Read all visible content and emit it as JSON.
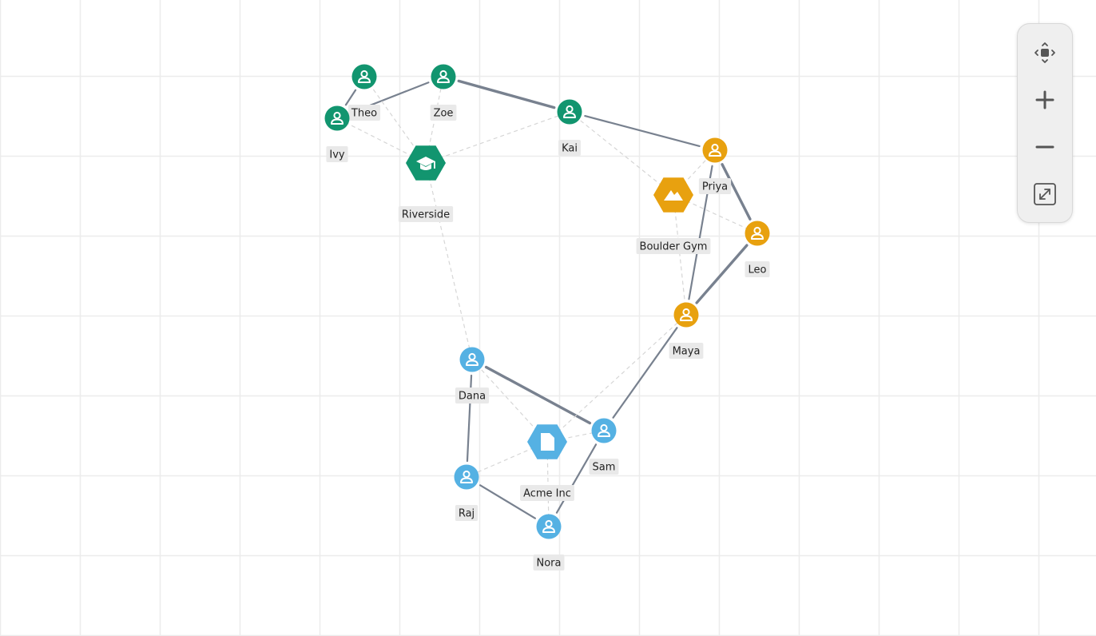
{
  "colors": {
    "school": "#12956f",
    "gym": "#e8a10f",
    "company": "#55b1e3",
    "edge": "#78818f",
    "dashed": "#d6d6d6",
    "grid": "#ececec"
  },
  "nodes": [
    {
      "id": "theo",
      "label": "Theo",
      "kind": "person",
      "group": "school"
    },
    {
      "id": "zoe",
      "label": "Zoe",
      "kind": "person",
      "group": "school"
    },
    {
      "id": "ivy",
      "label": "Ivy",
      "kind": "person",
      "group": "school"
    },
    {
      "id": "kai",
      "label": "Kai",
      "kind": "person",
      "group": "school"
    },
    {
      "id": "riverside",
      "label": "Riverside",
      "kind": "org",
      "group": "school",
      "icon": "graduation-cap-icon"
    },
    {
      "id": "priya",
      "label": "Priya",
      "kind": "person",
      "group": "gym"
    },
    {
      "id": "boulder",
      "label": "Boulder Gym",
      "kind": "org",
      "group": "gym",
      "icon": "mountain-icon"
    },
    {
      "id": "leo",
      "label": "Leo",
      "kind": "person",
      "group": "gym"
    },
    {
      "id": "maya",
      "label": "Maya",
      "kind": "person",
      "group": "gym"
    },
    {
      "id": "dana",
      "label": "Dana",
      "kind": "person",
      "group": "company"
    },
    {
      "id": "sam",
      "label": "Sam",
      "kind": "person",
      "group": "company"
    },
    {
      "id": "acme",
      "label": "Acme Inc",
      "kind": "org",
      "group": "company",
      "icon": "document-icon"
    },
    {
      "id": "raj",
      "label": "Raj",
      "kind": "person",
      "group": "company"
    },
    {
      "id": "nora",
      "label": "Nora",
      "kind": "person",
      "group": "company"
    }
  ],
  "edges": [
    {
      "from": "theo",
      "to": "ivy",
      "style": "solid"
    },
    {
      "from": "ivy",
      "to": "zoe",
      "style": "solid"
    },
    {
      "from": "zoe",
      "to": "kai",
      "style": "solid",
      "weight": "heavy"
    },
    {
      "from": "kai",
      "to": "priya",
      "style": "solid"
    },
    {
      "from": "priya",
      "to": "leo",
      "style": "solid",
      "weight": "heavy"
    },
    {
      "from": "priya",
      "to": "maya",
      "style": "solid"
    },
    {
      "from": "leo",
      "to": "maya",
      "style": "solid",
      "weight": "heavy"
    },
    {
      "from": "maya",
      "to": "sam",
      "style": "solid"
    },
    {
      "from": "dana",
      "to": "sam",
      "style": "solid",
      "weight": "heavy"
    },
    {
      "from": "dana",
      "to": "raj",
      "style": "solid"
    },
    {
      "from": "raj",
      "to": "nora",
      "style": "solid"
    },
    {
      "from": "sam",
      "to": "nora",
      "style": "solid"
    },
    {
      "from": "riverside",
      "to": "theo",
      "style": "dashed"
    },
    {
      "from": "riverside",
      "to": "zoe",
      "style": "dashed"
    },
    {
      "from": "riverside",
      "to": "ivy",
      "style": "dashed"
    },
    {
      "from": "riverside",
      "to": "kai",
      "style": "dashed"
    },
    {
      "from": "riverside",
      "to": "dana",
      "style": "dashed"
    },
    {
      "from": "boulder",
      "to": "kai",
      "style": "dashed"
    },
    {
      "from": "boulder",
      "to": "priya",
      "style": "dashed"
    },
    {
      "from": "boulder",
      "to": "leo",
      "style": "dashed"
    },
    {
      "from": "boulder",
      "to": "maya",
      "style": "dashed"
    },
    {
      "from": "acme",
      "to": "dana",
      "style": "dashed"
    },
    {
      "from": "acme",
      "to": "sam",
      "style": "dashed"
    },
    {
      "from": "acme",
      "to": "raj",
      "style": "dashed"
    },
    {
      "from": "acme",
      "to": "nora",
      "style": "dashed"
    },
    {
      "from": "acme",
      "to": "maya",
      "style": "dashed"
    }
  ],
  "controls": [
    {
      "name": "recenter-button",
      "icon": "recenter-icon"
    },
    {
      "name": "zoom-in-button",
      "icon": "plus-icon"
    },
    {
      "name": "zoom-out-button",
      "icon": "minus-icon"
    },
    {
      "name": "fit-view-button",
      "icon": "fit-view-icon"
    }
  ]
}
